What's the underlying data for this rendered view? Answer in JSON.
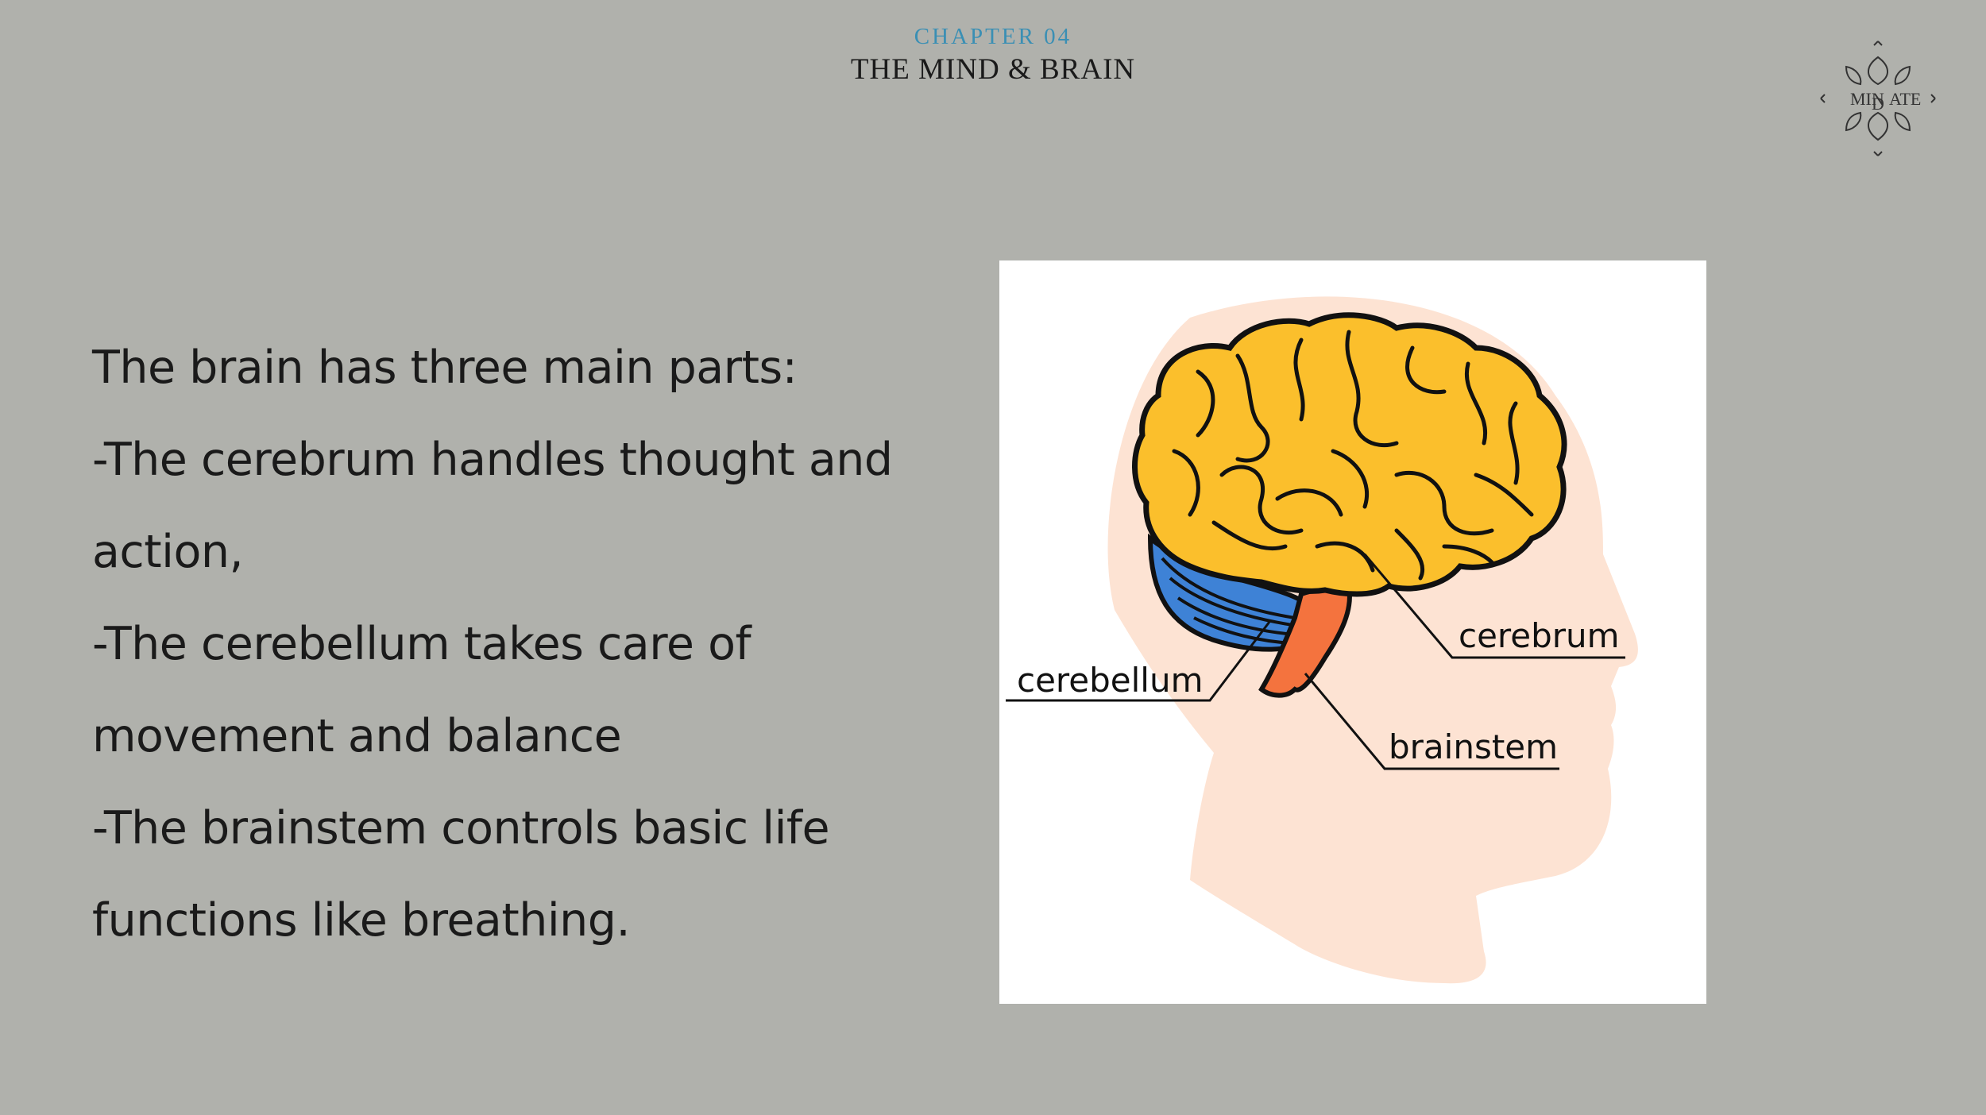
{
  "header": {
    "chapter": "CHAPTER 04",
    "title": "THE MIND & BRAIN"
  },
  "logo": {
    "text_left": "MIN",
    "text_center": "D",
    "text_right": "ATE",
    "icon": "lotus-logo-icon"
  },
  "content": {
    "lines": [
      "The brain has three main parts:",
      "-The cerebrum handles thought and",
      "action,",
      "-The cerebellum takes care of",
      "movement and balance",
      "-The brainstem controls basic life",
      "functions like breathing."
    ]
  },
  "diagram": {
    "labels": {
      "cerebrum": "cerebrum",
      "cerebellum": "cerebellum",
      "brainstem": "brainstem"
    },
    "colors": {
      "head": "#fde3d3",
      "cerebrum": "#fbbf2c",
      "cerebellum": "#3e82d6",
      "brainstem": "#f4733e",
      "outline": "#111111",
      "background": "#b0b1ac"
    }
  }
}
